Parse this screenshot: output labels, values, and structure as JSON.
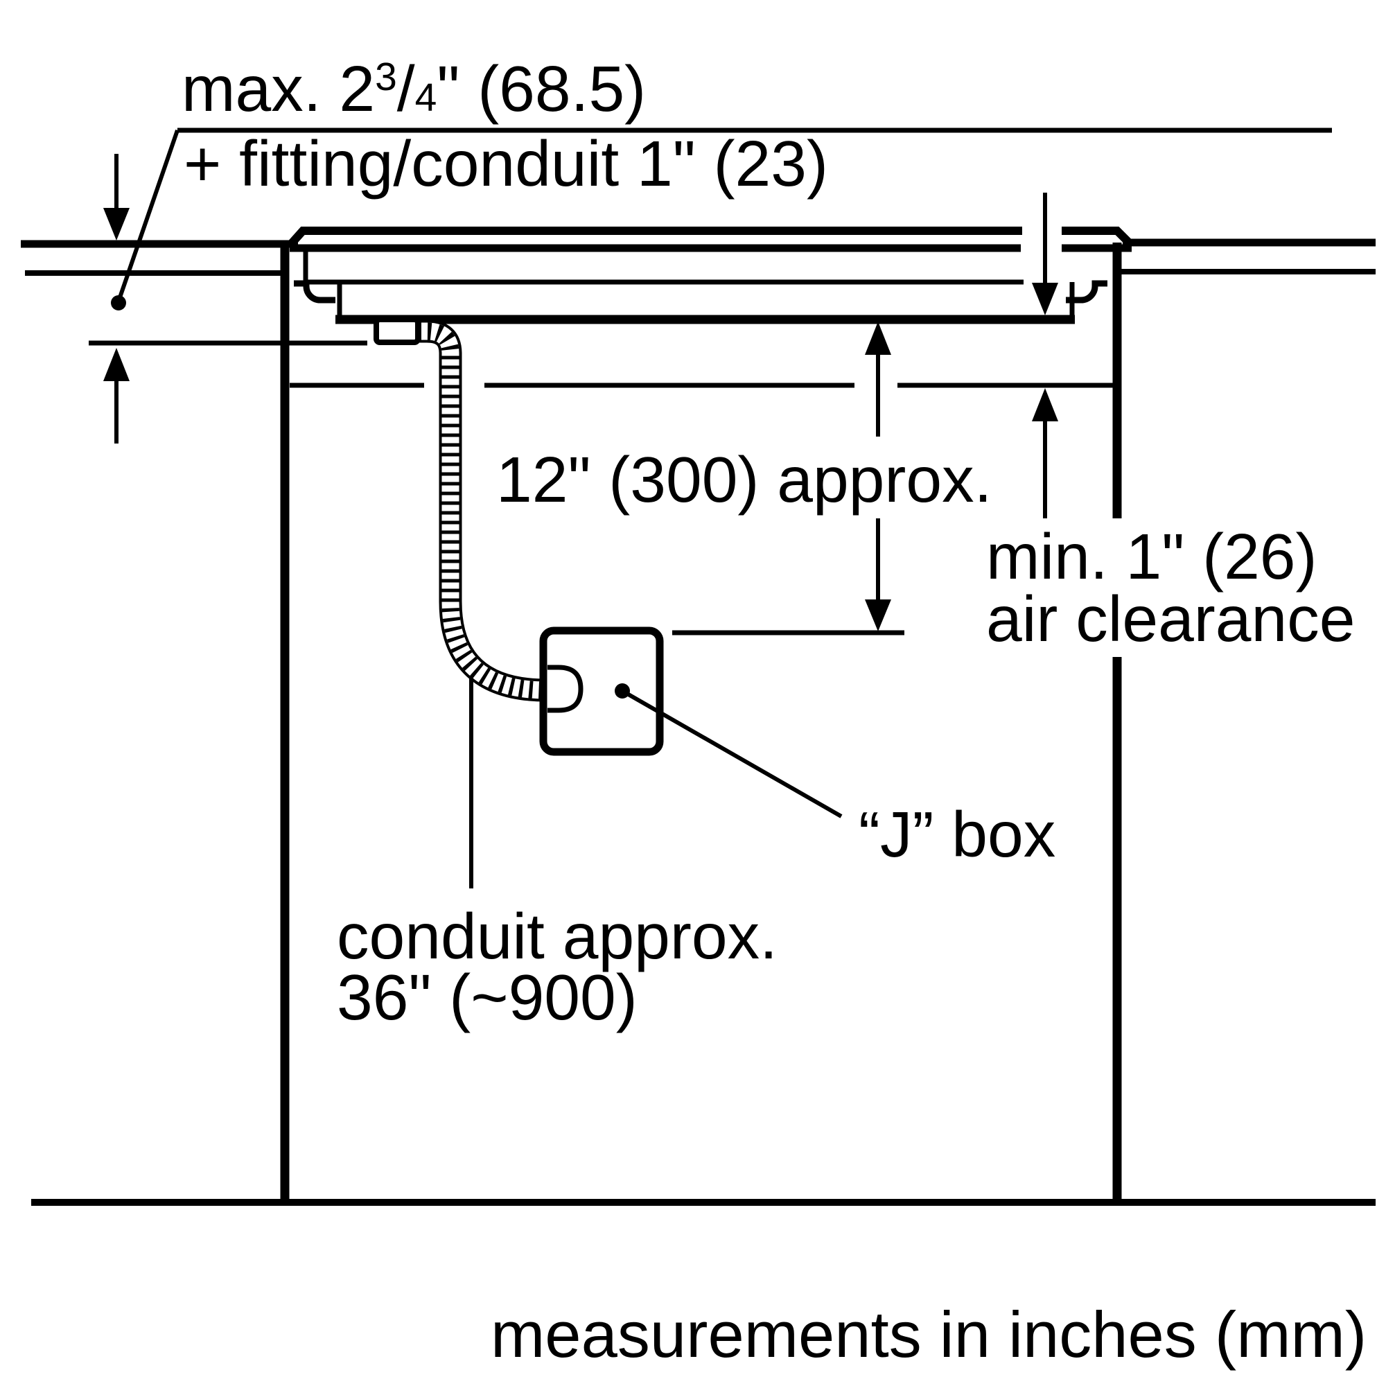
{
  "figure": {
    "title": "cooktop installation clearance diagram",
    "colors": {
      "line": "#000000",
      "background": "#ffffff"
    },
    "labels": {
      "max_depth": {
        "prefix": "max. 2",
        "sup": "3",
        "slash": "/",
        "denom": "4",
        "suffix": "\" (68.5)"
      },
      "fitting_line": "+ fitting/conduit 1\" (23)",
      "depth_below_cooktop": "12\" (300) approx.",
      "air_clearance_line1": "min. 1\" (26)",
      "air_clearance_line2": "air clearance",
      "junction_box": "“J” box",
      "conduit_length_line1": "conduit approx.",
      "conduit_length_line2": "36\" (~900)",
      "footer_note": "measurements in inches (mm)"
    }
  }
}
